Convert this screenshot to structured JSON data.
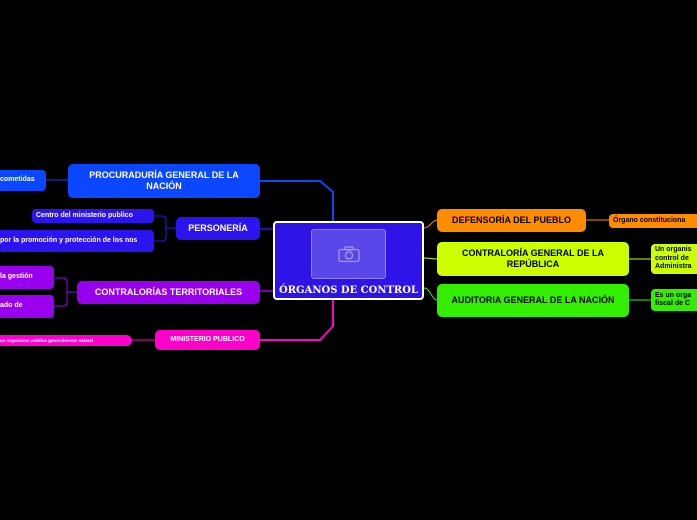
{
  "central": {
    "label": "ÓRGANOS DE CONTROL",
    "image_icon": "camera-icon"
  },
  "left_branches": [
    {
      "id": "procuraduria",
      "label": "PROCURADURÍA GENERAL DE LA NACIÓN",
      "color": "#0a47ff",
      "children": [
        {
          "label": "cometidas",
          "color": "#0a47ff"
        }
      ]
    },
    {
      "id": "personeria",
      "label": "PERSONERÍA",
      "color": "#2b14f0",
      "children": [
        {
          "label": "Centro del ministerio publico",
          "color": "#2b14f0"
        },
        {
          "label": "por la promoción y protección de los nos",
          "color": "#2b14f0"
        }
      ]
    },
    {
      "id": "contralorias",
      "label": "CONTRALORÍAS TERRITORIALES",
      "color": "#9900ee",
      "children": [
        {
          "label": "la gestión",
          "color": "#9900ee"
        },
        {
          "label": "ado de",
          "color": "#9900ee"
        }
      ]
    },
    {
      "id": "ministerio",
      "label": "MINISTERIO PUBLICO",
      "color": "#ff00cc",
      "children": [
        {
          "label": "un organismo publico generalmente estatal",
          "color": "#ff00cc"
        }
      ]
    }
  ],
  "right_branches": [
    {
      "id": "defensoria",
      "label": "DEFENSORÍA DEL PUEBLO",
      "color": "#ff8c00",
      "children": [
        {
          "label": "Órgano constituciona",
          "color": "#ff8c00"
        }
      ]
    },
    {
      "id": "contraloria",
      "label": "CONTRALORÍA GENERAL DE LA REPÚBLICA",
      "color": "#ccff00",
      "children": [
        {
          "label": "Un organis control de Administra",
          "color": "#ccff00"
        }
      ]
    },
    {
      "id": "auditoria",
      "label": "AUDITORIA GENERAL DE LA NACIÓN",
      "color": "#33ee00",
      "children": [
        {
          "label": "Es un orga fiscal de C",
          "color": "#33ee00"
        }
      ]
    }
  ]
}
